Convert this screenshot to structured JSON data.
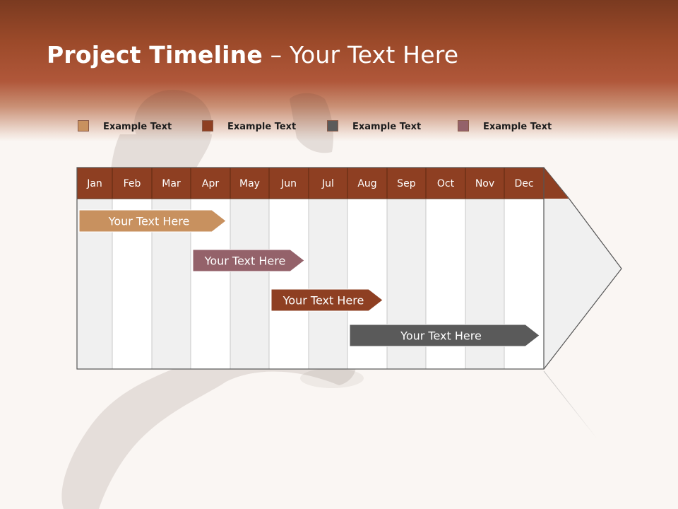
{
  "title": {
    "bold": "Project Timeline",
    "rest": " – Your Text Here"
  },
  "legend": [
    {
      "label": "Example Text",
      "color": "#c8915f"
    },
    {
      "label": "Example Text",
      "color": "#8e3f22"
    },
    {
      "label": "Example Text",
      "color": "#5a5a5a"
    },
    {
      "label": "Example Text",
      "color": "#94626a"
    }
  ],
  "months": [
    "Jan",
    "Feb",
    "Mar",
    "Apr",
    "May",
    "Jun",
    "Jul",
    "Aug",
    "Sep",
    "Oct",
    "Nov",
    "Dec"
  ],
  "tasks": [
    {
      "label": "Your  Text Here",
      "start_month": "Jan",
      "end_month": "Apr",
      "color": "#c8915f"
    },
    {
      "label": "Your  Text Here",
      "start_month": "Apr",
      "end_month": "Jun",
      "color": "#94626a"
    },
    {
      "label": "Your  Text Here",
      "start_month": "Jun",
      "end_month": "Aug",
      "color": "#8e3f22"
    },
    {
      "label": "Your  Text Here",
      "start_month": "Aug",
      "end_month": "Dec",
      "color": "#5a5a5a"
    }
  ]
}
